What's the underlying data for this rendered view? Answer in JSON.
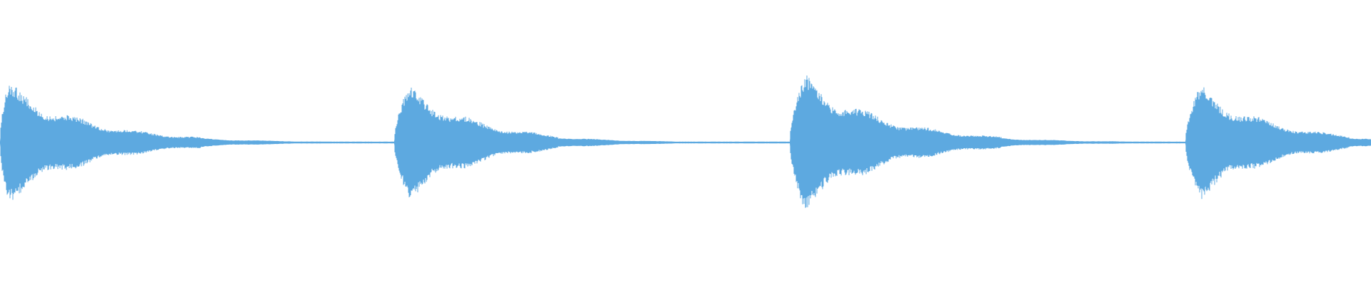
{
  "waveform": {
    "color": "#5DA9E0",
    "background": "#FFFFFF",
    "bursts": [
      {
        "attack": 0.02,
        "decay": 0.45,
        "peak": 0.7
      },
      {
        "attack": 0.04,
        "decay": 0.4,
        "peak": 0.66
      },
      {
        "attack": 0.04,
        "decay": 0.45,
        "peak": 0.78
      },
      {
        "attack": 0.04,
        "decay": 0.4,
        "peak": 0.66
      }
    ]
  }
}
